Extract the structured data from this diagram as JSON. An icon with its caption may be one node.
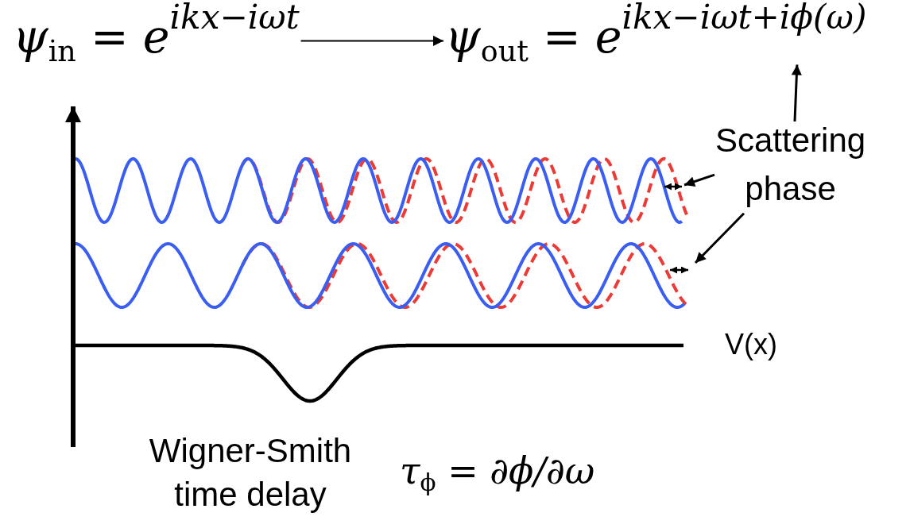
{
  "diagram": {
    "nodes": [
      {
        "text": [
          "ψ$_{in}$ = e$^{ikx−iωt}$"
        ]
      },
      {
        "text": [
          "ψ$_{out}$ = e$^{ikx−iωt+iϕ(ω)}$"
        ]
      },
      {
        "text": [
          "Scattering phase"
        ]
      }
    ],
    "edges": [
      {
        "from": 0,
        "to": 1,
        "arrow": "to"
      },
      {
        "from": 2,
        "to": 1,
        "arrow": "to"
      },
      {
        "from": 2,
        "to": null,
        "arrow": "to"
      },
      {
        "from": 2,
        "to": null,
        "arrow": "to"
      }
    ],
    "labels": [
      "V(x)",
      "Wigner-Smith time delay",
      "τ$_{ϕ}$ = ∂ϕ/∂ω"
    ]
  }
}
